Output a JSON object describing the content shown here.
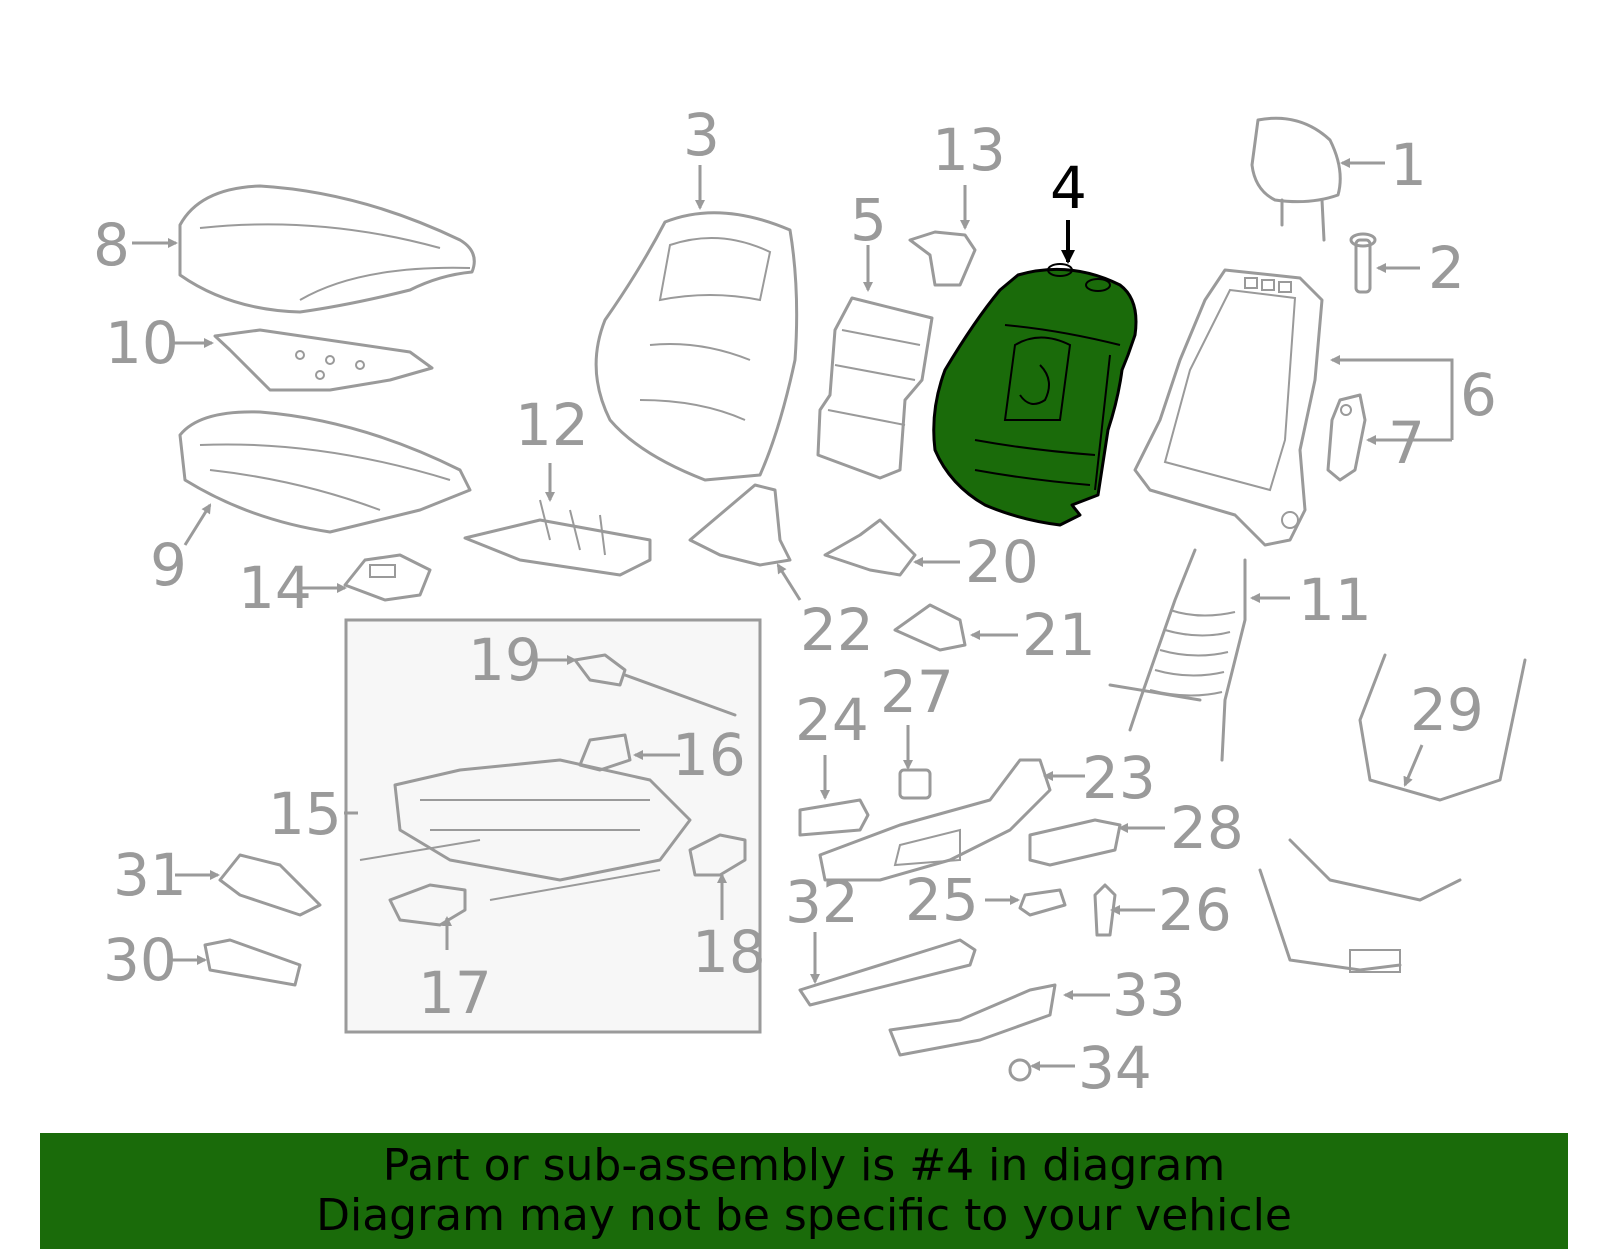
{
  "colors": {
    "highlight_fill": "#1a6b0a",
    "part_stroke": "#9a9a9a",
    "banner_bg": "#1a6b0a",
    "inset_bg": "#f7f7f7"
  },
  "callouts": [
    "1",
    "2",
    "3",
    "4",
    "5",
    "6",
    "7",
    "8",
    "9",
    "10",
    "11",
    "12",
    "13",
    "14",
    "15",
    "16",
    "17",
    "18",
    "19",
    "20",
    "21",
    "22",
    "23",
    "24",
    "25",
    "26",
    "27",
    "28",
    "29",
    "30",
    "31",
    "32",
    "33",
    "34"
  ],
  "highlighted_part": "4",
  "banner": {
    "line1": "Part or sub-assembly is #4 in diagram",
    "line2": "Diagram may not be specific to your vehicle"
  }
}
